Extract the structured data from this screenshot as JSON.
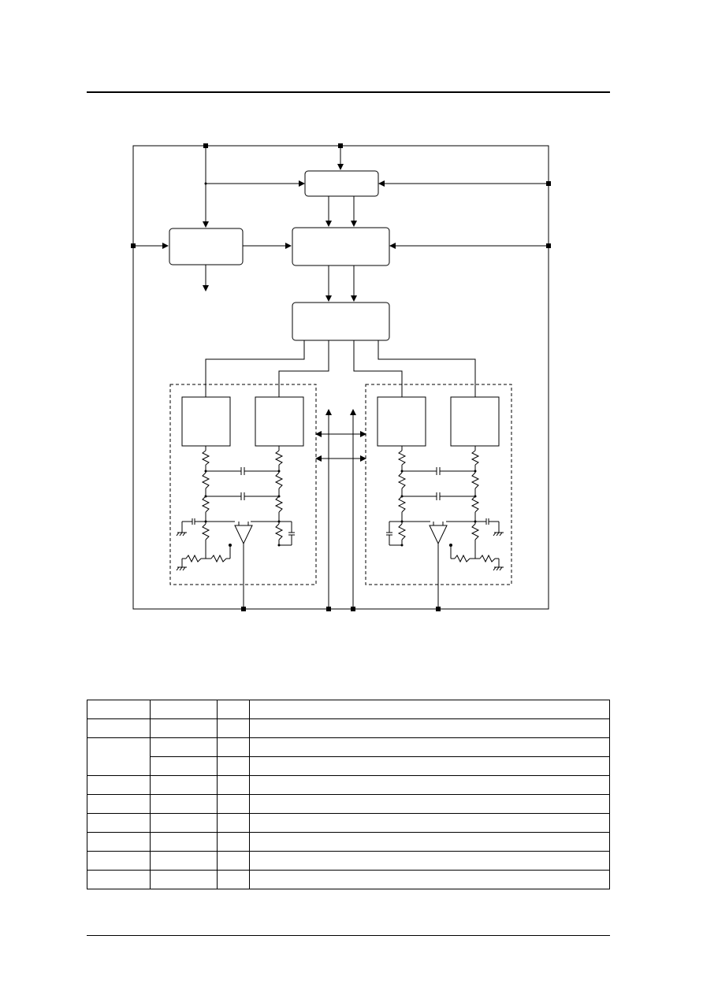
{
  "diagram": {
    "blocks": [
      {
        "id": "top-block",
        "label": ""
      },
      {
        "id": "left-block",
        "label": ""
      },
      {
        "id": "center-block",
        "label": ""
      },
      {
        "id": "lower-block",
        "label": ""
      },
      {
        "id": "ch-a1",
        "label": ""
      },
      {
        "id": "ch-a2",
        "label": ""
      },
      {
        "id": "ch-b1",
        "label": ""
      },
      {
        "id": "ch-b2",
        "label": ""
      }
    ]
  },
  "table": {
    "columns": 4,
    "rows": [
      [
        "",
        "",
        "",
        ""
      ],
      [
        "",
        "",
        "",
        ""
      ],
      [
        "",
        "",
        "",
        ""
      ],
      [
        "",
        "",
        ""
      ],
      [
        "",
        "",
        "",
        ""
      ],
      [
        "",
        "",
        "",
        ""
      ],
      [
        "",
        "",
        "",
        ""
      ],
      [
        "",
        "",
        "",
        ""
      ],
      [
        "",
        "",
        "",
        ""
      ],
      [
        "",
        "",
        "",
        ""
      ]
    ],
    "merged": "rows 3-4 share the first cell"
  }
}
